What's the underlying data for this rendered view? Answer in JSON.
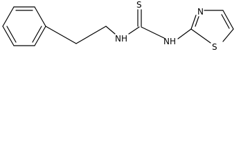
{
  "structure": {
    "atom_labels": {
      "thione_sulfur": "S",
      "left_amine": "NH",
      "right_amine": "NH",
      "ring_nitrogen": "N",
      "ring_sulfur": "S"
    },
    "bond_color": "#000000",
    "label_color": "#000000",
    "background": "#ffffff"
  }
}
